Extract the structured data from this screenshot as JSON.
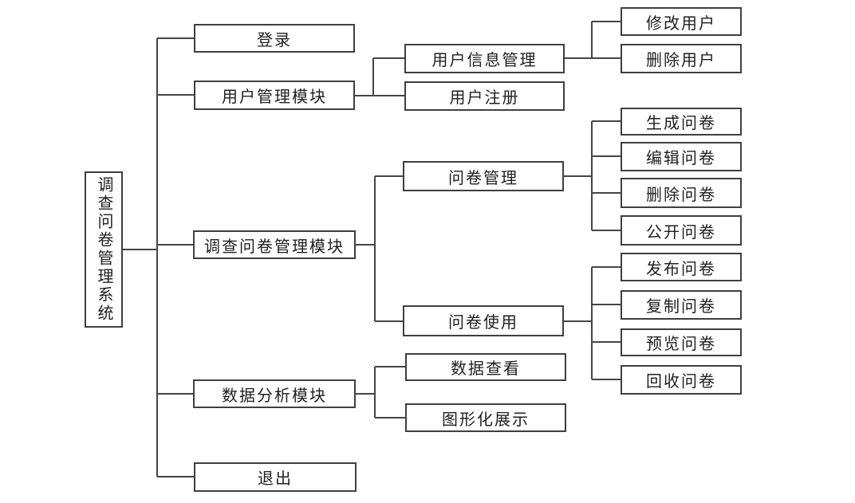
{
  "diagram": {
    "type": "tree",
    "orientation": "left-to-right",
    "colors": {
      "line": "#454545",
      "box_border": "#3f3f3f",
      "text": "#1f1f1f",
      "background": "#ffffff"
    },
    "tree": {
      "label": "调查问卷管理系统",
      "children": [
        {
          "label": "登录"
        },
        {
          "label": "用户管理模块",
          "children": [
            {
              "label": "用户信息管理",
              "children": [
                {
                  "label": "修改用户"
                },
                {
                  "label": "删除用户"
                }
              ]
            },
            {
              "label": "用户注册"
            }
          ]
        },
        {
          "label": "调查问卷管理模块",
          "children": [
            {
              "label": "问卷管理",
              "children": [
                {
                  "label": "生成问卷"
                },
                {
                  "label": "编辑问卷"
                },
                {
                  "label": "删除问卷"
                },
                {
                  "label": "公开问卷"
                }
              ]
            },
            {
              "label": "问卷使用",
              "children": [
                {
                  "label": "发布问卷"
                },
                {
                  "label": "复制问卷"
                },
                {
                  "label": "预览问卷"
                },
                {
                  "label": "回收问卷"
                }
              ]
            }
          ]
        },
        {
          "label": "数据分析模块",
          "children": [
            {
              "label": "数据查看"
            },
            {
              "label": "图形化展示"
            }
          ]
        },
        {
          "label": "退出"
        }
      ]
    }
  }
}
